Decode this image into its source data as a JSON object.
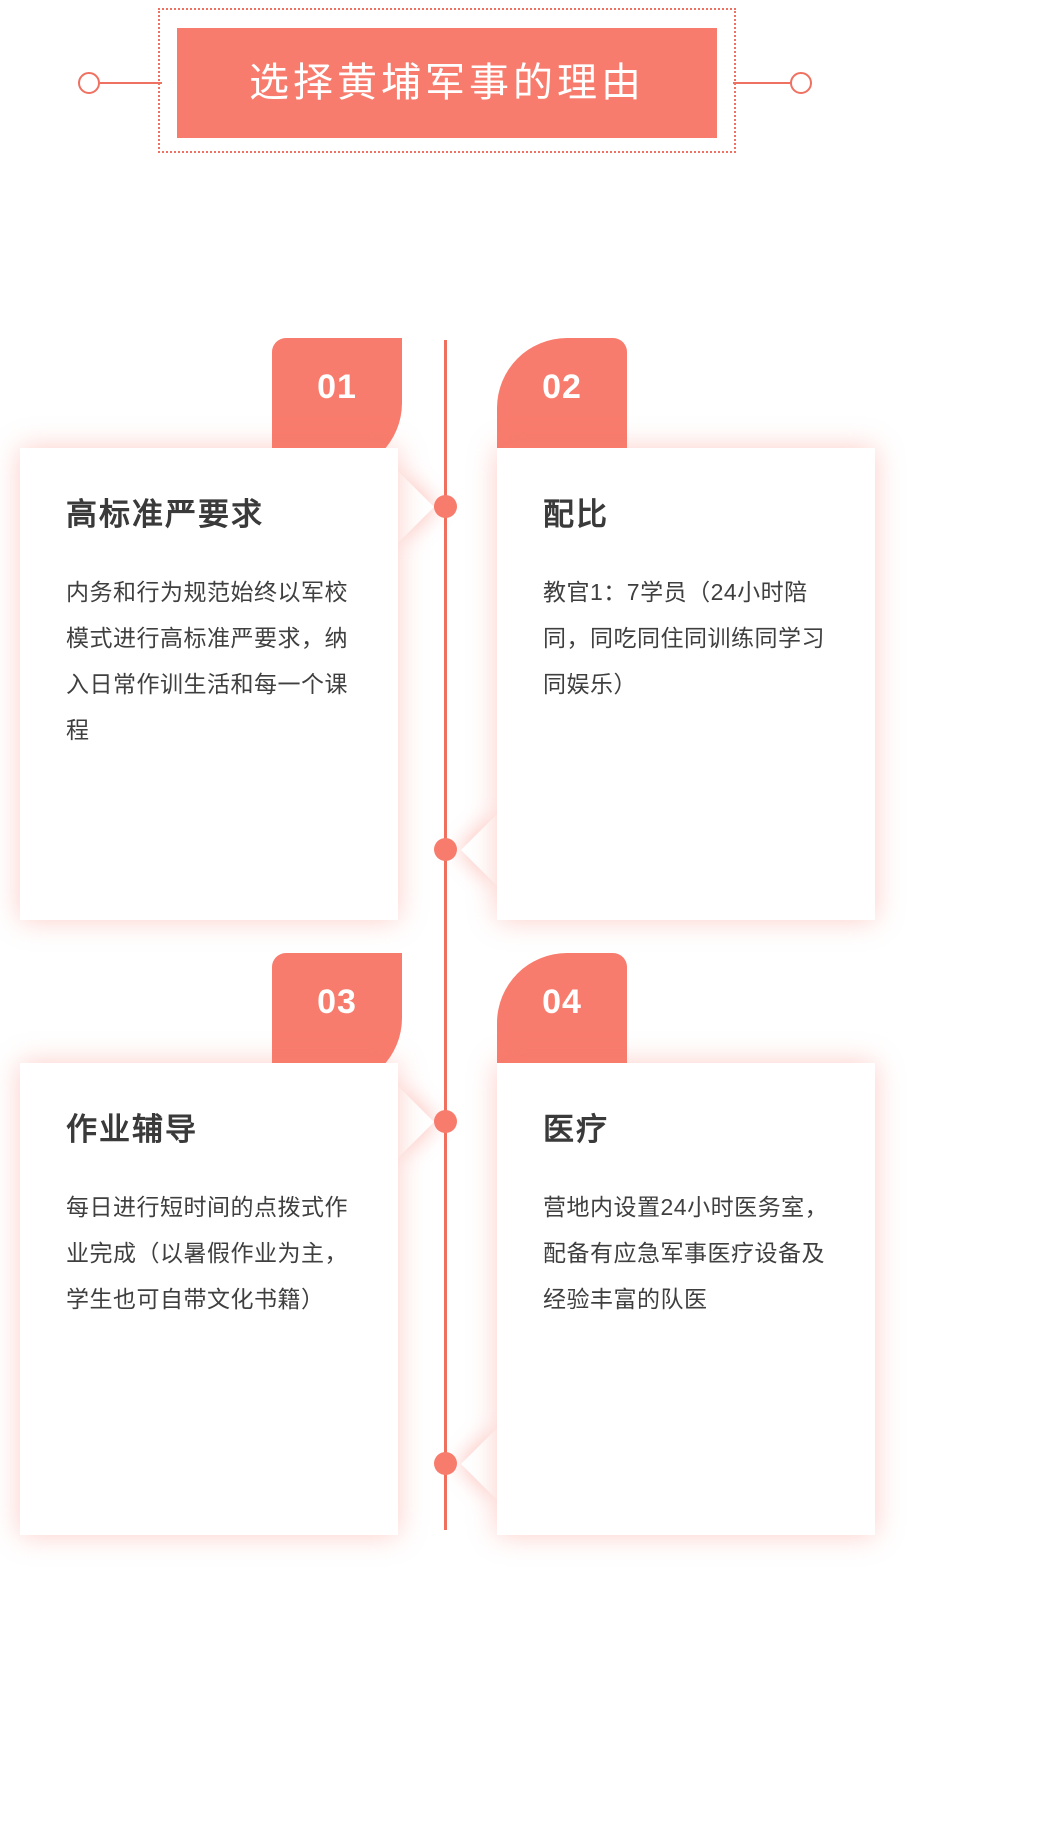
{
  "header": {
    "title": "选择黄埔军事的理由",
    "accent_color": "#f87c6d",
    "border_color": "#ef7161",
    "left_circle": "decorative-circle",
    "right_circle": "decorative-circle"
  },
  "timeline": {
    "line_color": "#f0705f",
    "dot_color": "#f87c6d",
    "dots": [
      "dot-1",
      "dot-2",
      "dot-3",
      "dot-4"
    ]
  },
  "cards": [
    {
      "number": "01",
      "title": "高标准严要求",
      "body": "内务和行为规范始终以军校模式进行高标准严要求，纳入日常作训生活和每一个课程",
      "side": "left"
    },
    {
      "number": "02",
      "title": "配比",
      "body": "教官1：7学员（24小时陪同，同吃同住同训练同学习同娱乐）",
      "side": "right"
    },
    {
      "number": "03",
      "title": "作业辅导",
      "body": "每日进行短时间的点拨式作业完成（以暑假作业为主，学生也可自带文化书籍）",
      "side": "left"
    },
    {
      "number": "04",
      "title": "医疗",
      "body": "营地内设置24小时医务室，配备有应急军事医疗设备及经验丰富的队医",
      "side": "right"
    }
  ]
}
